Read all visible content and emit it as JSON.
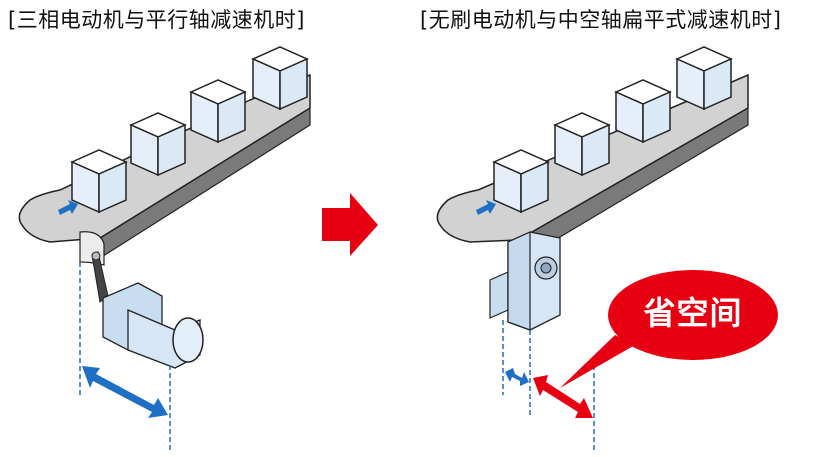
{
  "panels": {
    "left": {
      "title": "[三相电动机与平行轴减速机时]"
    },
    "right": {
      "title": "[无刷电动机与中空轴扁平式减速机时]"
    }
  },
  "callout": {
    "label": "省空间"
  },
  "colors": {
    "accent_red": "#e60012",
    "accent_blue": "#1f6fc5",
    "belt_top": "#cfcfcf",
    "belt_side": "#7a7a7a",
    "box_face": "#e3eefa"
  },
  "icons": [
    "conveyor-illustration",
    "motor-illustration",
    "arrow-right-icon",
    "double-arrow-icon",
    "speech-bubble"
  ]
}
